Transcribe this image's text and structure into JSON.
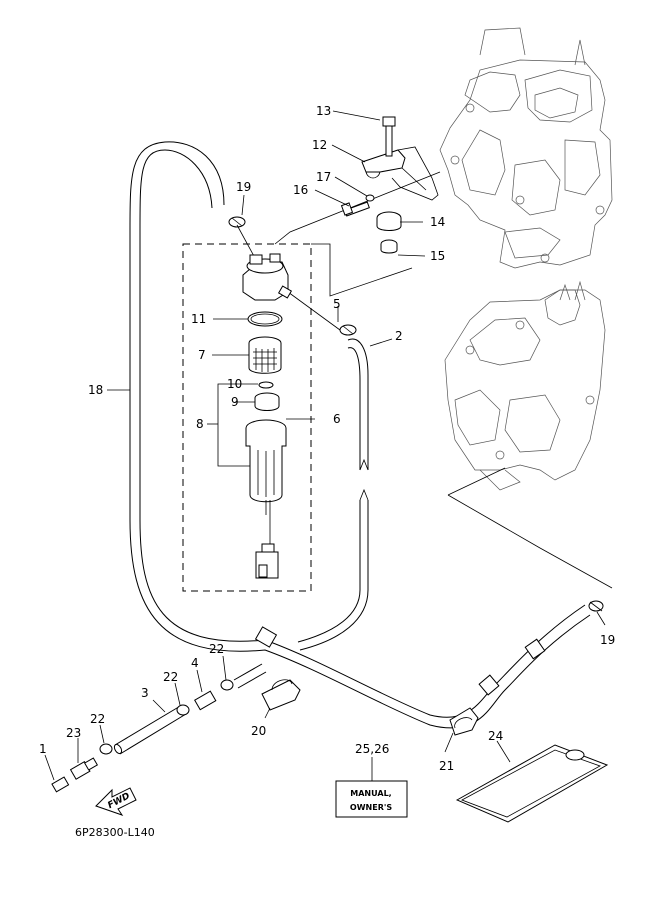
{
  "diagram_code": "6P28300-L140",
  "fwd_arrow_text": "FWD",
  "manual_box": {
    "line1": "MANUAL,",
    "line2": "OWNER'S"
  },
  "labels": {
    "p1": "1",
    "p2": "2",
    "p3": "3",
    "p4": "4",
    "p5": "5",
    "p6": "6",
    "p7": "7",
    "p8": "8",
    "p9": "9",
    "p10": "10",
    "p11": "11",
    "p12": "12",
    "p13": "13",
    "p14": "14",
    "p15": "15",
    "p16": "16",
    "p17": "17",
    "p18": "18",
    "p19a": "19",
    "p19b": "19",
    "p20": "20",
    "p21": "21",
    "p22a": "22",
    "p22b": "22",
    "p22c": "22",
    "p23": "23",
    "p24": "24",
    "p2526": "25,26"
  }
}
